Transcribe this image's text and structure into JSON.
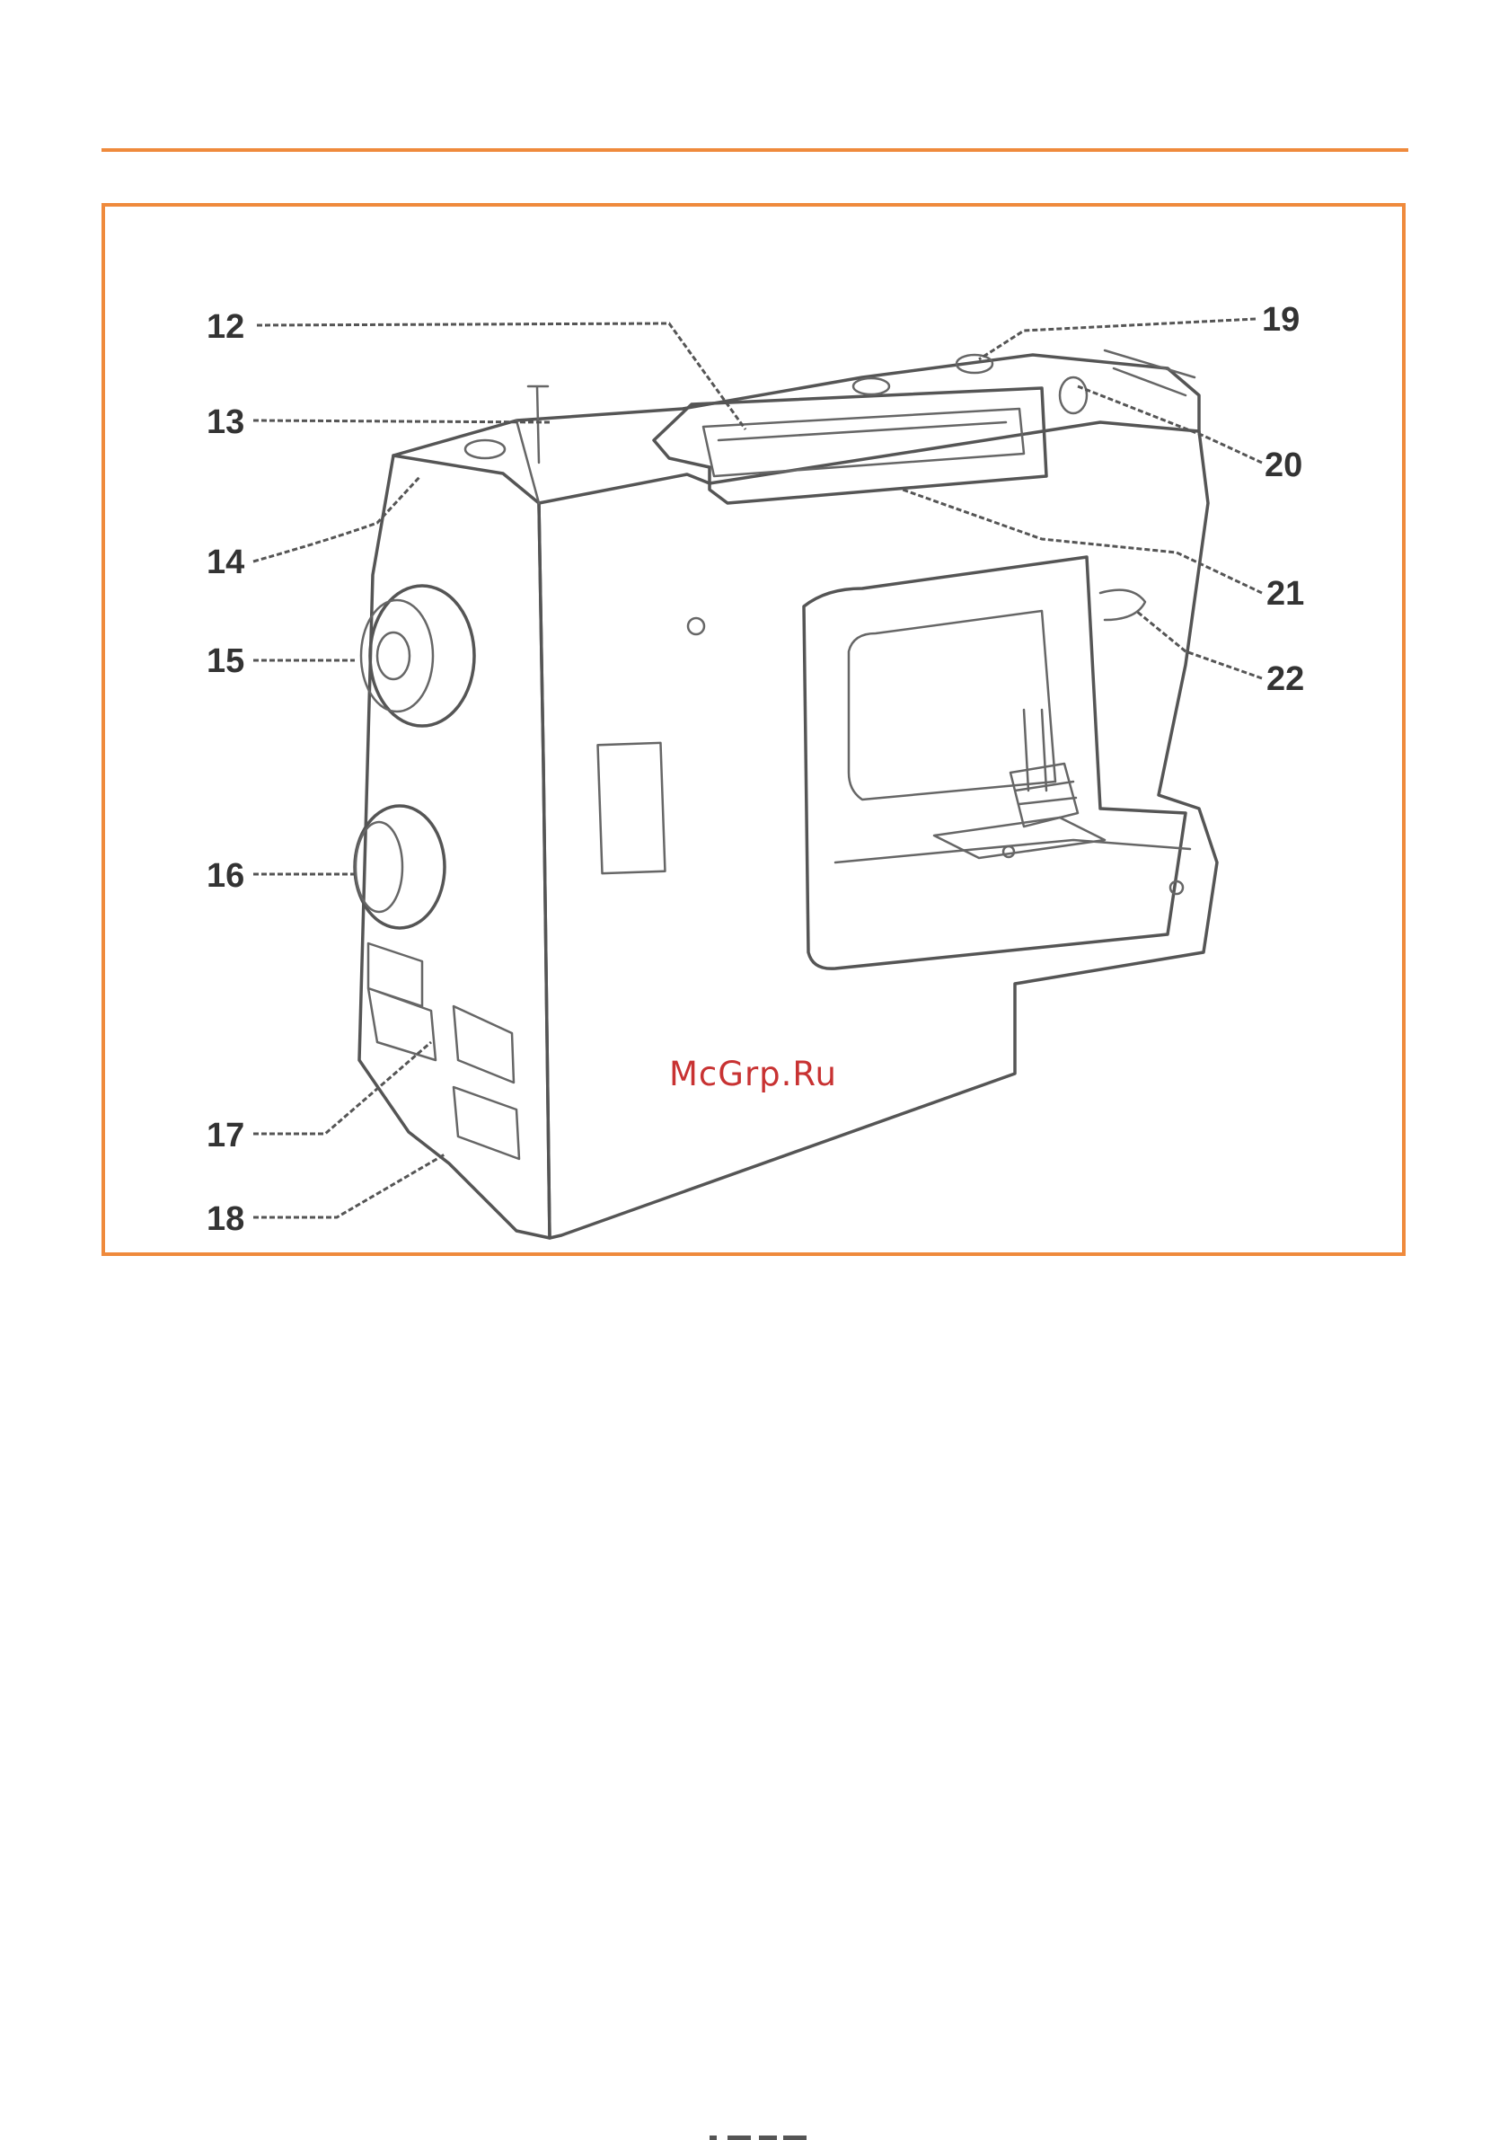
{
  "figure": {
    "callouts": [
      {
        "id": "12",
        "label": "12"
      },
      {
        "id": "13",
        "label": "13"
      },
      {
        "id": "14",
        "label": "14"
      },
      {
        "id": "15",
        "label": "15"
      },
      {
        "id": "16",
        "label": "16"
      },
      {
        "id": "17",
        "label": "17"
      },
      {
        "id": "18",
        "label": "18"
      },
      {
        "id": "19",
        "label": "19"
      },
      {
        "id": "20",
        "label": "20"
      },
      {
        "id": "21",
        "label": "21"
      },
      {
        "id": "22",
        "label": "22"
      }
    ],
    "watermark": "McGrp.Ru"
  },
  "colors": {
    "accent": "#ef8a3c",
    "watermark": "#c83232",
    "drawing": "#555555"
  }
}
